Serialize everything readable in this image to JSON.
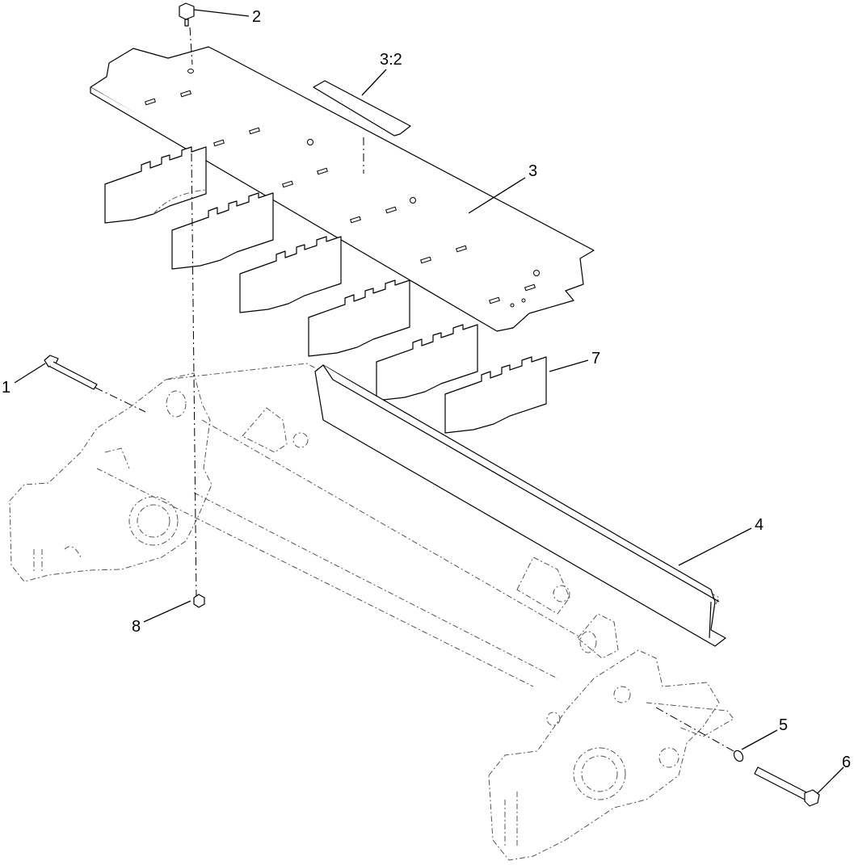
{
  "diagram": {
    "callouts": [
      {
        "id": "callout-1",
        "label": "1"
      },
      {
        "id": "callout-2",
        "label": "2"
      },
      {
        "id": "callout-3-2",
        "label": "3:2"
      },
      {
        "id": "callout-3",
        "label": "3"
      },
      {
        "id": "callout-7",
        "label": "7"
      },
      {
        "id": "callout-4",
        "label": "4"
      },
      {
        "id": "callout-8",
        "label": "8"
      },
      {
        "id": "callout-5",
        "label": "5"
      },
      {
        "id": "callout-6",
        "label": "6"
      }
    ]
  }
}
